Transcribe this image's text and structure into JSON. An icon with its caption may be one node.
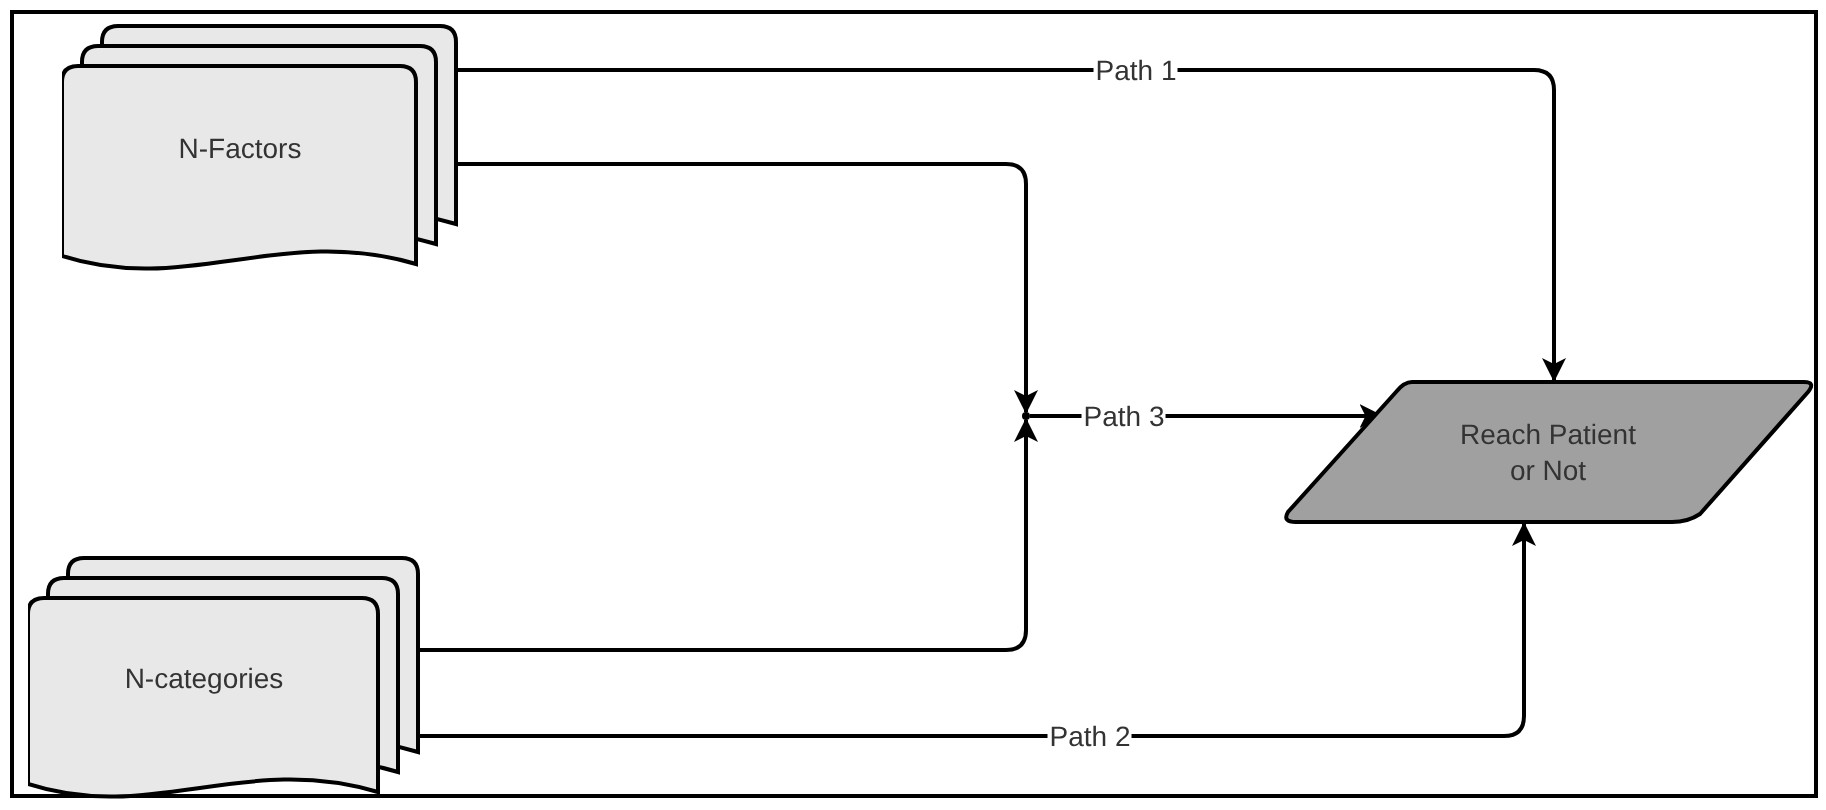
{
  "diagram": {
    "nodes": [
      {
        "text": [
          "N-Factors"
        ]
      },
      {
        "text": [
          "N-categories"
        ]
      },
      {
        "text": [
          "Reach Patient or Not"
        ]
      },
      {
        "text": [],
        "shape": "point"
      }
    ],
    "edges": [
      {
        "from": 0,
        "to": 2,
        "arrow": "to",
        "label": "Path 1"
      },
      {
        "from": 0,
        "to": 3,
        "arrow": "to"
      },
      {
        "from": 1,
        "to": 3,
        "arrow": "to"
      },
      {
        "from": 3,
        "to": 2,
        "arrow": "to",
        "label": "Path 3"
      },
      {
        "from": 1,
        "to": 2,
        "arrow": "to",
        "label": "Path 2"
      }
    ]
  }
}
